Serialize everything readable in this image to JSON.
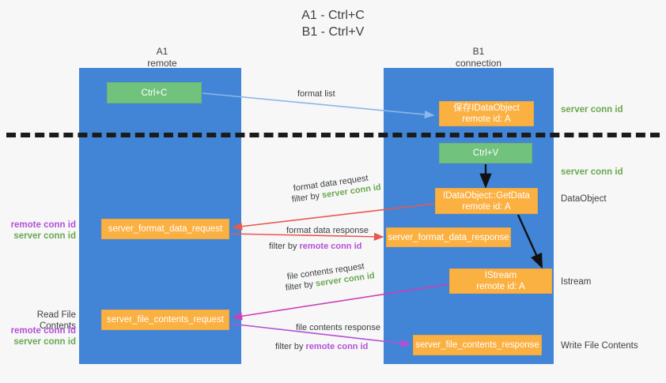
{
  "title": "A1 - Ctrl+C\nB1 - Ctrl+V",
  "lanes": {
    "a1": "A1\nremote",
    "b1": "B1\nconnection"
  },
  "nodes": {
    "ctrl_c": "Ctrl+C",
    "save_dataobject": "保存IDataObject\nremote id: A",
    "ctrl_v": "Ctrl+V",
    "getdata": "IDataObject::GetData\nremote id: A",
    "istream": "IStream\nremote id: A",
    "server_format_data_request": "server_format_data_request",
    "server_format_data_response": "server_format_data_response",
    "server_file_contents_request": "server_file_contents_request",
    "server_file_contents_response": "server_file_contents_response"
  },
  "right_annotations": {
    "server_conn_id_1": "server conn id",
    "server_conn_id_2": "server conn id",
    "dataobject": "DataObject",
    "istream": "Istream",
    "write_file_contents": "Write File Contents"
  },
  "left_annotations": {
    "remote_conn_id_1": "remote conn id",
    "server_conn_id_1": "server conn id",
    "read_file_contents": "Read File Contents",
    "remote_conn_id_2": "remote conn id",
    "server_conn_id_2": "server conn id"
  },
  "edge_labels": {
    "format_list": "format list",
    "format_data_request": "format data request",
    "format_data_request_filter_prefix": "filter by ",
    "format_data_request_filter_key": "server conn id",
    "format_data_response": "format data response",
    "format_data_response_filter_prefix": "filter by ",
    "format_data_response_filter_key": "remote conn id",
    "file_contents_request": "file contents request",
    "file_contents_request_filter_prefix": "filter by ",
    "file_contents_request_filter_key": "server conn id",
    "file_contents_response": "file contents response",
    "file_contents_response_filter_prefix": "filter by ",
    "file_contents_response_filter_key": "remote conn id"
  },
  "colors": {
    "lane": "#4285d6",
    "green_node": "#71c27d",
    "orange_node": "#fbb042",
    "server_conn_id": "#6aa84f",
    "remote_conn_id": "#b450d8",
    "arrow_blue": "#8ab7e8",
    "arrow_red": "#e8584f",
    "arrow_magenta": "#cc3fb8",
    "arrow_purple": "#b450d8",
    "arrow_black": "#111111",
    "background": "#f7f7f7"
  }
}
